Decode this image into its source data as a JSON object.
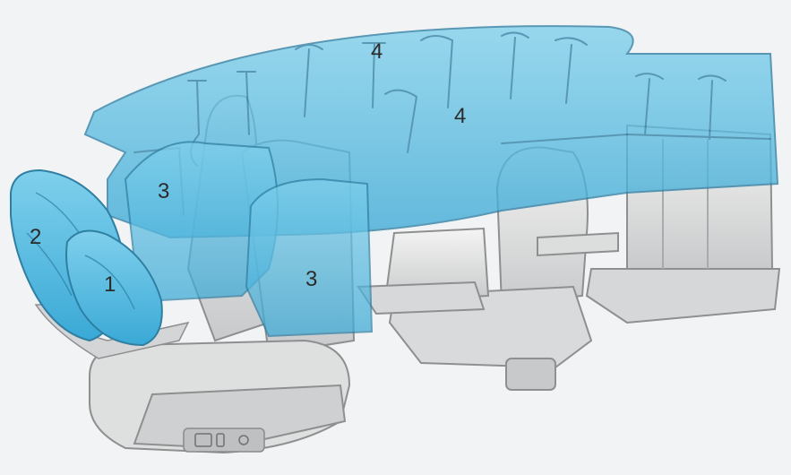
{
  "callouts": {
    "front_driver": "1",
    "front_passenger": "2",
    "side_left": "3",
    "side_right": "3",
    "curtain_top": "4",
    "curtain_mid": "4"
  }
}
